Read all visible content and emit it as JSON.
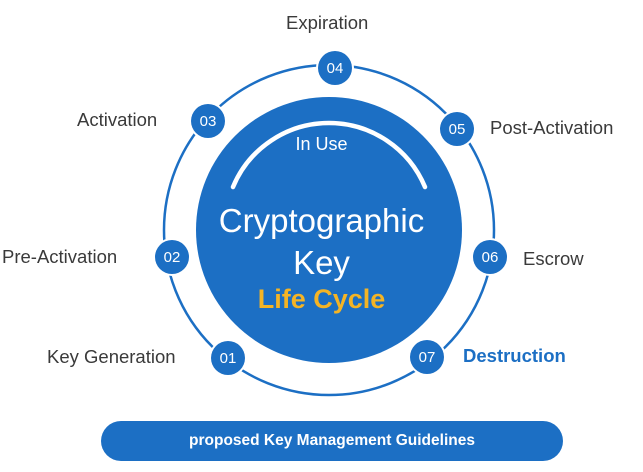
{
  "center": {
    "arc_label": "In Use",
    "title_line1": "Cryptographic",
    "title_line2": "Key",
    "title_line3": "Life Cycle"
  },
  "stages": [
    {
      "number": "01",
      "label": "Key Generation"
    },
    {
      "number": "02",
      "label": "Pre-Activation"
    },
    {
      "number": "03",
      "label": "Activation"
    },
    {
      "number": "04",
      "label": "Expiration"
    },
    {
      "number": "05",
      "label": "Post-Activation"
    },
    {
      "number": "06",
      "label": "Escrow"
    },
    {
      "number": "07",
      "label": "Destruction"
    }
  ],
  "footer": {
    "text": "proposed Key Management Guidelines"
  },
  "colors": {
    "primary_blue": "#1c6fc4",
    "accent_yellow": "#f4b425",
    "label_text": "#3a3a3a"
  }
}
